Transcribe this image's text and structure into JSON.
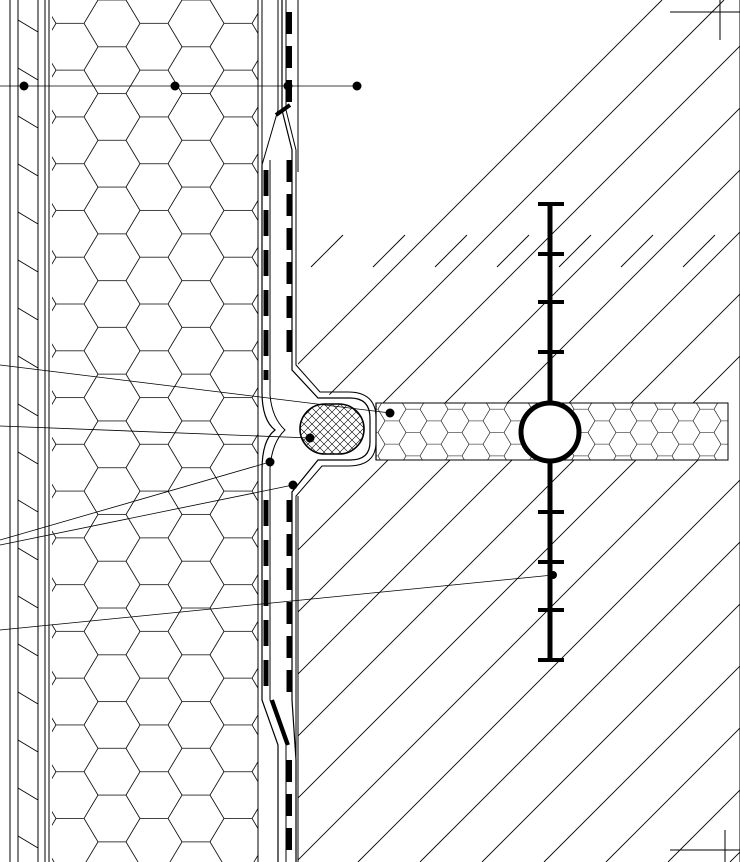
{
  "drawing": {
    "kind": "architectural construction section detail",
    "labels": [],
    "colors": {
      "line": "#000000",
      "background": "#ffffff"
    },
    "layers": [
      {
        "name": "exterior-cladding-rails"
      },
      {
        "name": "hexagon-insulation-layer"
      },
      {
        "name": "waterproof-membrane"
      },
      {
        "name": "concrete-wall-hatch"
      },
      {
        "name": "expansion-joint-filler"
      },
      {
        "name": "backer-rod"
      },
      {
        "name": "waterstop-with-bulb"
      }
    ]
  }
}
